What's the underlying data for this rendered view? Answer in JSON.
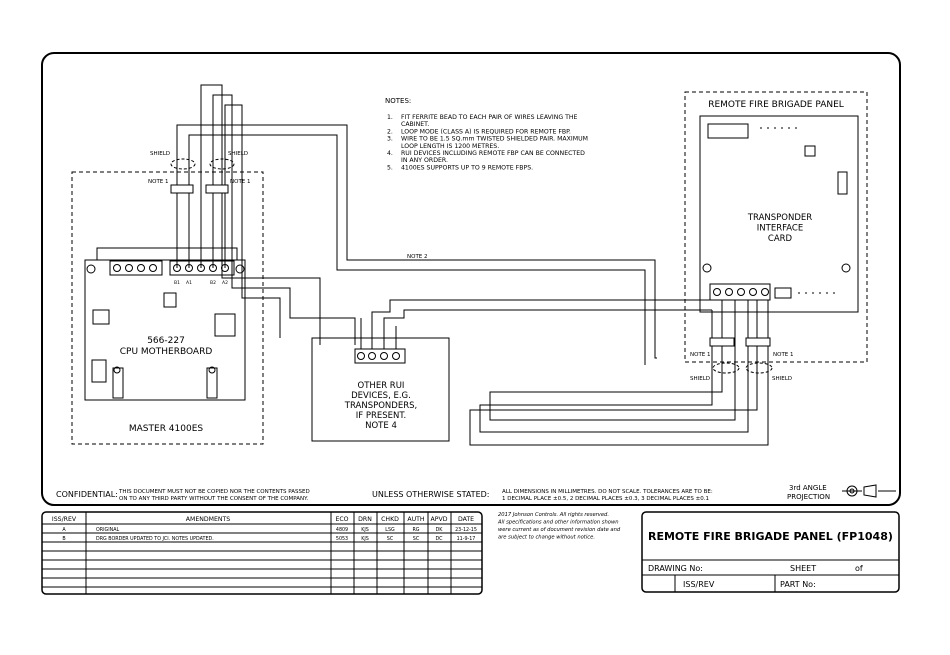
{
  "notes": {
    "title": "NOTES:",
    "lines": [
      [
        "1.",
        "FIT FERRITE BEAD TO EACH PAIR OF WIRES LEAVING THE"
      ],
      [
        "",
        "CABINET."
      ],
      [
        "2.",
        "LOOP MODE (CLASS A) IS REQUIRED FOR REMOTE FBP."
      ],
      [
        "3.",
        "WIRE TO BE 1.5 SQ.mm TWISTED SHIELDED PAIR. MAXIMUM"
      ],
      [
        "",
        "LOOP LENGTH IS 1200 METRES."
      ],
      [
        "4.",
        "RUI DEVICES INCLUDING REMOTE FBP CAN BE CONNECTED"
      ],
      [
        "",
        "IN ANY ORDER."
      ],
      [
        "5.",
        "4100ES SUPPORTS UP TO 9 REMOTE FBPS."
      ]
    ]
  },
  "master": {
    "board_code": "566-227",
    "board_name": "CPU MOTHERBOARD",
    "label": "MASTER 4100ES",
    "shield_left": "SHIELD",
    "shield_right": "SHIELD",
    "note_left": "NOTE 1",
    "note_right": "NOTE 1",
    "terminal_labels": [
      "B1",
      "A1",
      "B2",
      "A2"
    ]
  },
  "rui": {
    "lines": [
      "OTHER RUI",
      "DEVICES, E.G.",
      "TRANSPONDERS,",
      "IF PRESENT.",
      "NOTE 4"
    ]
  },
  "remote": {
    "title": "REMOTE FIRE BRIGADE PANEL",
    "card_lines": [
      "TRANSPONDER",
      "INTERFACE",
      "CARD"
    ],
    "note_left": "NOTE 1",
    "note_right": "NOTE 1",
    "shield_left": "SHIELD",
    "shield_right": "SHIELD"
  },
  "note2": "NOTE 2",
  "confidential": {
    "label": "CONFIDENTIAL:",
    "line1": "THIS DOCUMENT MUST NOT BE COPIED NOR THE CONTENTS PASSED",
    "line2": "ON TO ANY THIRD PARTY WITHOUT THE CONSENT OF THE COMPANY."
  },
  "unless": {
    "label": "UNLESS OTHERWISE STATED:",
    "line1": "ALL DIMENSIONS IN MILLIMETRES. DO NOT SCALE. TOLERANCES ARE TO BE:",
    "line2": "1 DECIMAL PLACE ±0.5, 2 DECIMAL PLACES ±0.3, 3 DECIMAL PLACES ±0.1"
  },
  "projection": {
    "line1": "3rd ANGLE",
    "line2": "PROJECTION"
  },
  "amendments": {
    "headers": [
      "ISS/REV",
      "AMENDMENTS",
      "ECO",
      "DRN",
      "CHKD",
      "AUTH",
      "APVD",
      "DATE"
    ],
    "rows": [
      [
        "A",
        "ORIGINAL",
        "4809",
        "KJS",
        "LSG",
        "RG",
        "DK",
        "23-12-15"
      ],
      [
        "B",
        "DRG BORDER UPDATED TO JCI. NOTES UPDATED.",
        "5053",
        "KJS",
        "SC",
        "SC",
        "DC",
        "11-9-17"
      ]
    ]
  },
  "copyright": [
    "2017 Johnson Controls. All rights reserved.",
    "All specifications and other information shown",
    "were current as of document revision date and",
    "are subject to change without notice."
  ],
  "titleblock": {
    "title": "REMOTE FIRE BRIGADE PANEL (FP1048)",
    "drawing_no": "DRAWING No:",
    "sheet": "SHEET",
    "of": "of",
    "iss_rev": "ISS/REV",
    "part_no": "PART No:"
  }
}
